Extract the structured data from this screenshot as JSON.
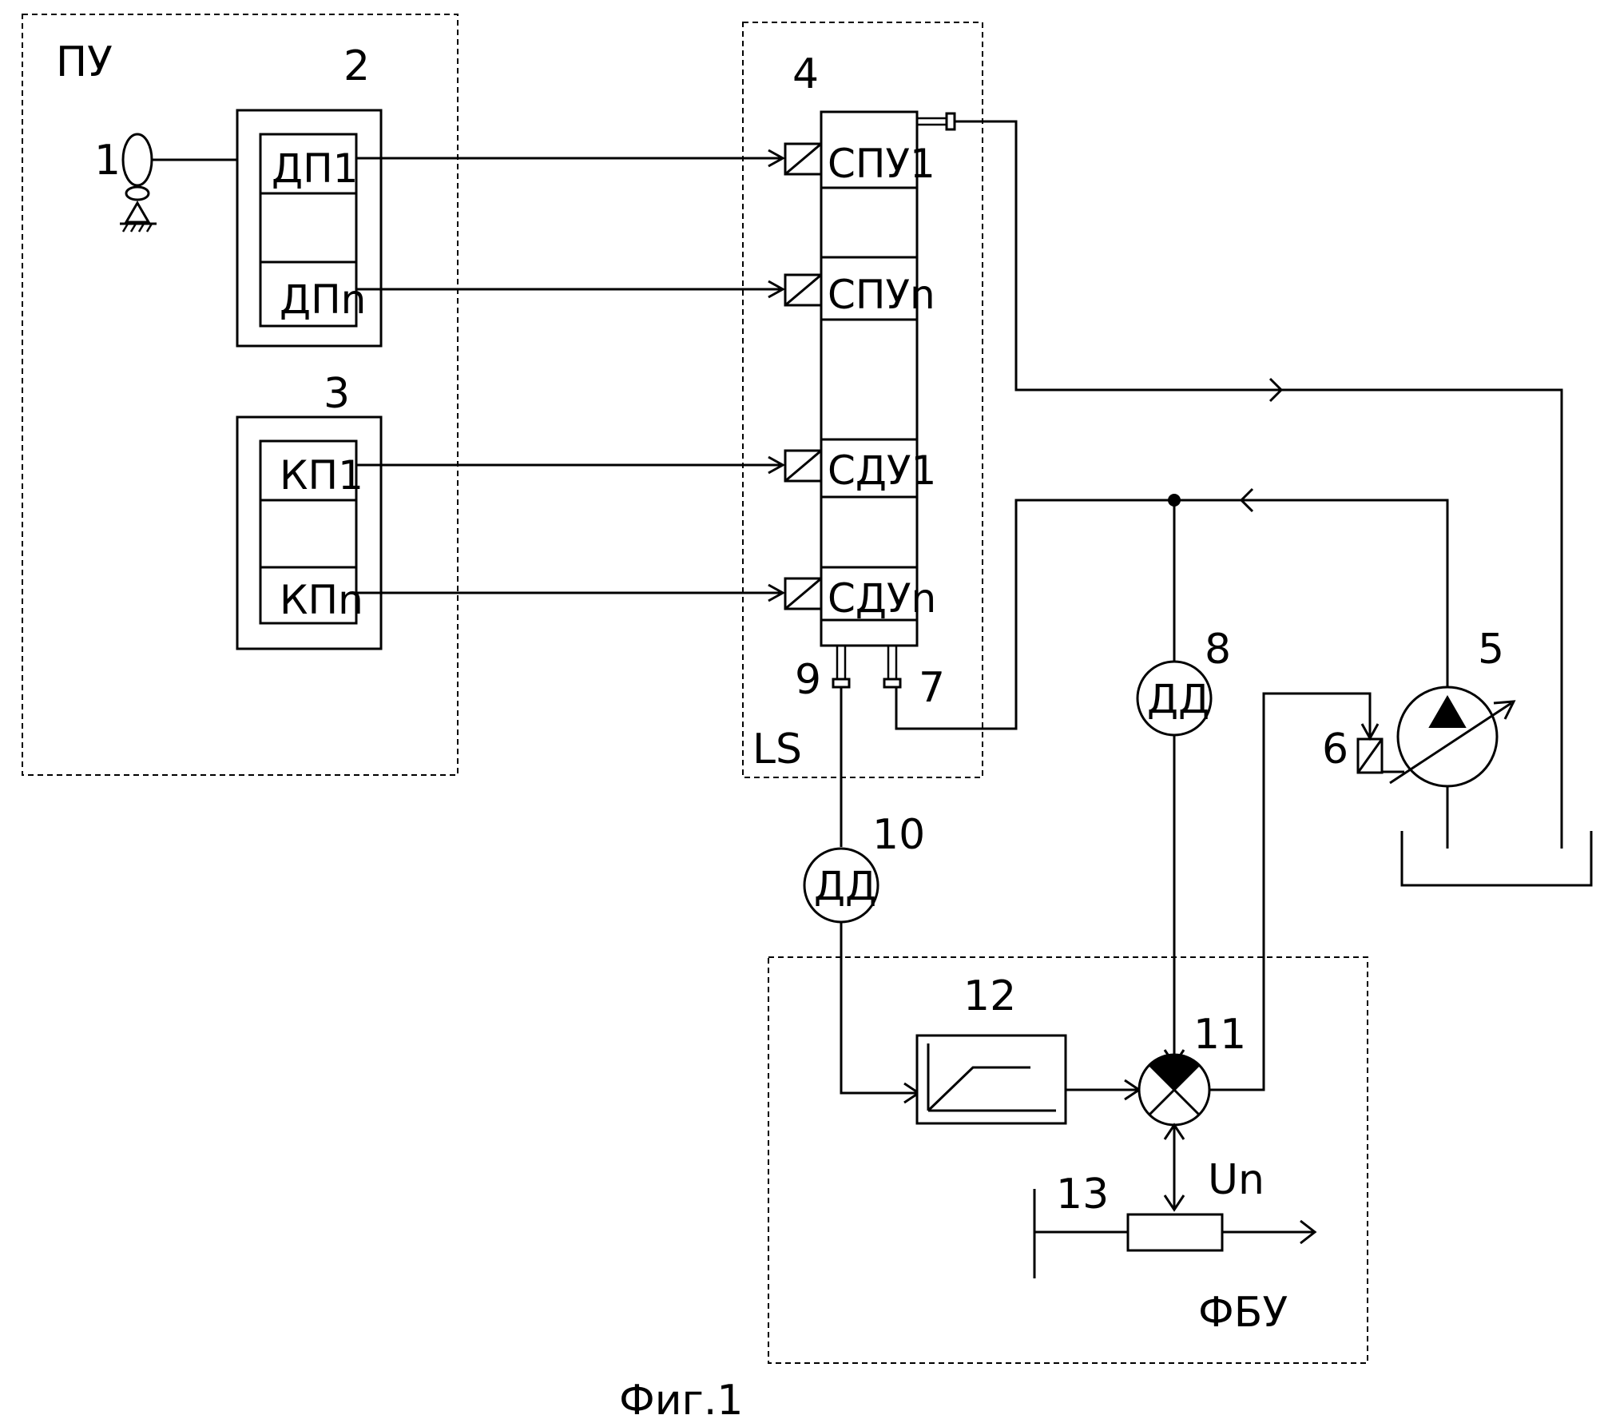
{
  "figure": {
    "caption": "Фиг.1",
    "regions": {
      "control_panel": "ПУ",
      "valve_block": "LS",
      "control_unit": "ФБУ"
    },
    "numbers": {
      "n1": "1",
      "n2": "2",
      "n3": "3",
      "n4": "4",
      "n5": "5",
      "n6": "6",
      "n7": "7",
      "n8": "8",
      "n9": "9",
      "n10": "10",
      "n11": "11",
      "n12": "12",
      "n13": "13"
    },
    "block2": {
      "top": "ДП1",
      "bottom": "ДПn"
    },
    "block3": {
      "top": "КП1",
      "bottom": "КПn"
    },
    "block4": {
      "s1": "СПУ1",
      "s2": "СПУn",
      "s3": "СДУ1",
      "s4": "СДУn"
    },
    "sensors": {
      "dd8": "ДД",
      "dd10": "ДД"
    },
    "signal": "Un"
  }
}
